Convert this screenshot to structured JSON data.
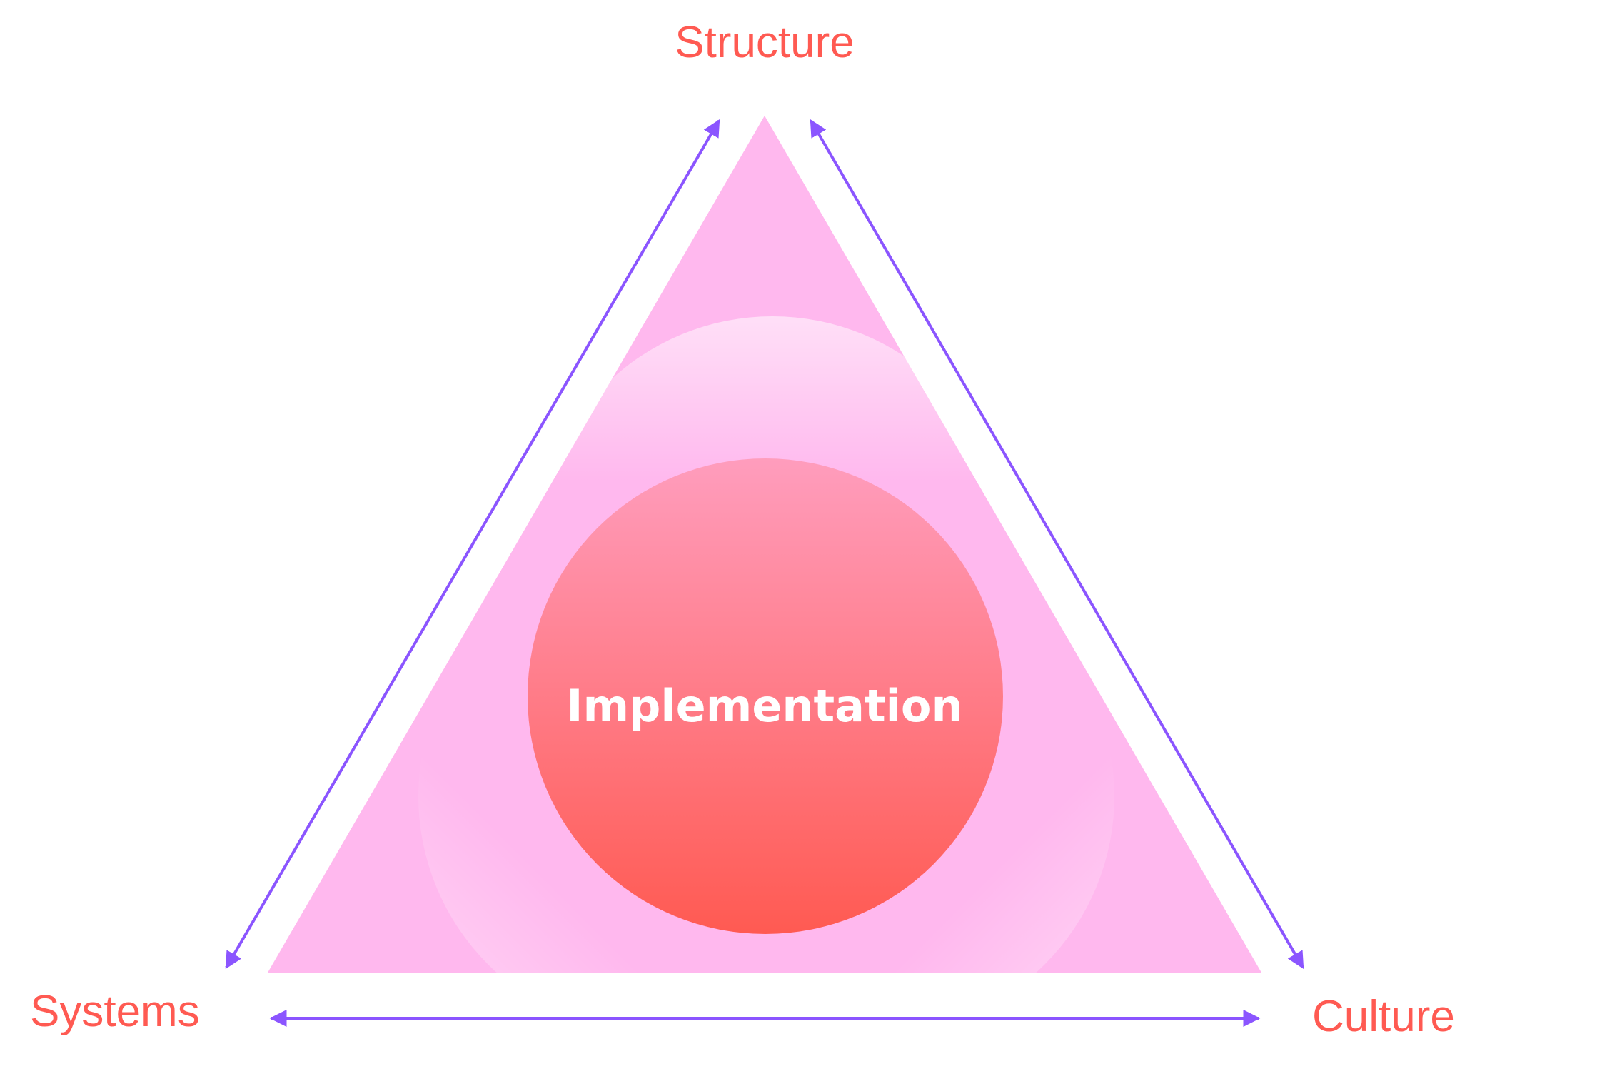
{
  "diagram": {
    "type": "triad",
    "center": {
      "label": "Implementation"
    },
    "vertices": [
      {
        "id": "top",
        "label": "Structure"
      },
      {
        "id": "bottom-left",
        "label": "Systems"
      },
      {
        "id": "bottom-right",
        "label": "Culture"
      }
    ],
    "edges": [
      {
        "from": "Structure",
        "to": "Systems",
        "style": "double-arrow"
      },
      {
        "from": "Structure",
        "to": "Culture",
        "style": "double-arrow"
      },
      {
        "from": "Systems",
        "to": "Culture",
        "style": "double-arrow"
      }
    ],
    "colors": {
      "label_text": "#ff5a52",
      "arrow": "#8b55ff",
      "triangle_fill": "#ffb8ee",
      "center_gradient_top": "#ff9dbd",
      "center_gradient_bottom": "#ff5a52",
      "center_text": "#ffffff"
    }
  }
}
